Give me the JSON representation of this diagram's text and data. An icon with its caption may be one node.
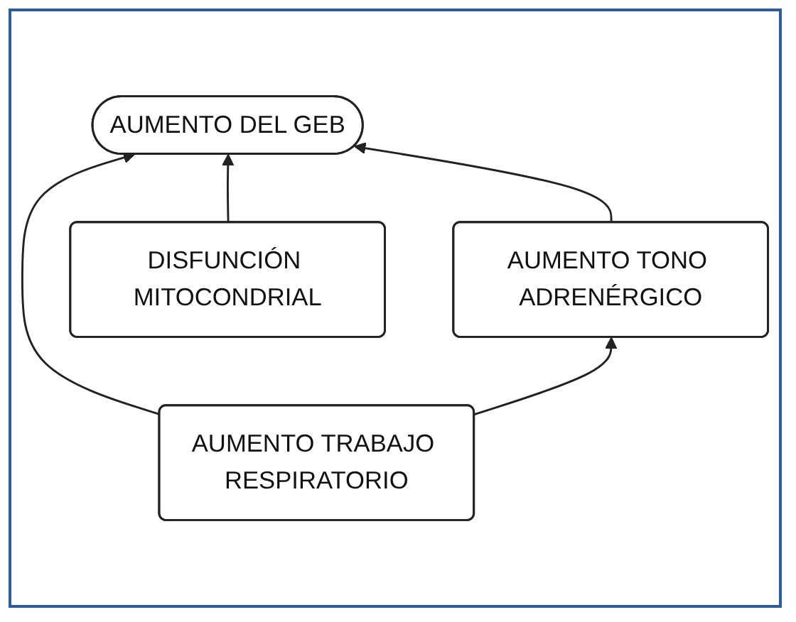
{
  "diagram": {
    "nodes": [
      {
        "text": [
          "AUMENTO DEL GEB"
        ]
      },
      {
        "text": [
          "AUMENTO TRABAJO RESPIRATORIO"
        ]
      },
      {
        "text": [
          "AUMENTO TONO ADRENÉRGICO"
        ]
      },
      {
        "text": [
          "DISFUNCIÓN MITOCONDRIAL"
        ]
      }
    ],
    "edges": [
      {
        "from": 1,
        "to": 0,
        "arrow": "to"
      },
      {
        "from": 3,
        "to": 0,
        "arrow": "to"
      },
      {
        "from": 2,
        "to": 0,
        "arrow": "to"
      },
      {
        "from": 1,
        "to": 2,
        "arrow": "to"
      }
    ]
  }
}
